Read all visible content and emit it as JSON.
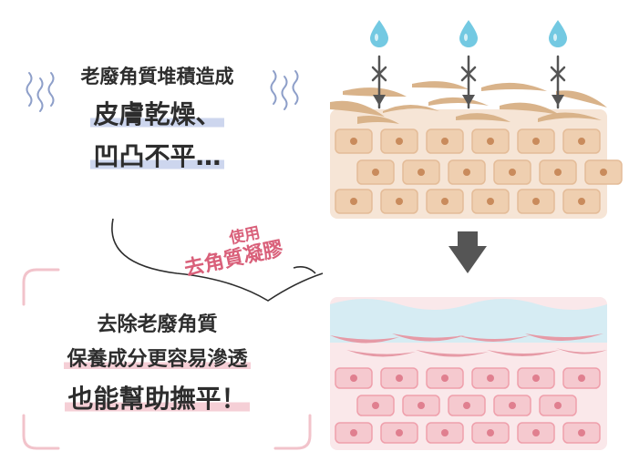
{
  "top": {
    "line1": "老廢角質堆積造成",
    "line2": "皮膚乾燥、",
    "line3": "凹凸不平…"
  },
  "callout": {
    "line1": "使用",
    "line2": "去角質凝膠"
  },
  "bottom": {
    "line1": "去除老廢角質",
    "line2": "保養成分更容易滲透",
    "line3": "也能幫助撫平！"
  },
  "colors": {
    "text": "#2d2d2d",
    "accent_pink": "#d9607a",
    "highlight_blue": "#cdd6ee",
    "highlight_pink": "#f5cfd6",
    "skin_beige": "#f6e5d6",
    "cell_beige": "#efcfb0",
    "dead_skin": "#d9b38a",
    "skin_pink": "#fae8ea",
    "cell_pink": "#f5c9cf",
    "moist_blue": "#d6ecf3",
    "water_drop": "#73c9e2",
    "arrow": "#555555"
  }
}
